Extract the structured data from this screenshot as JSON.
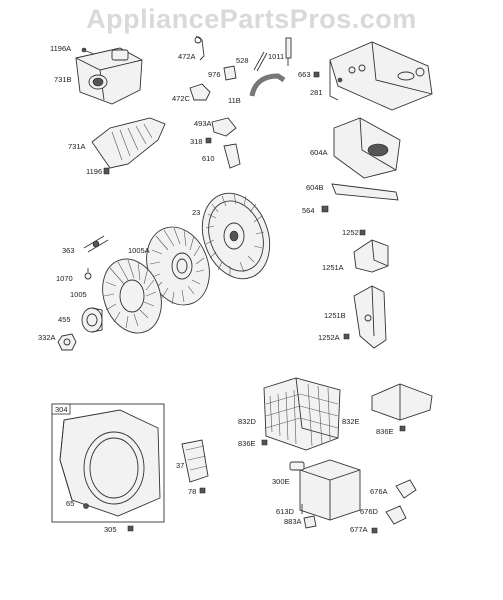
{
  "watermark": "AppliancePartsPros.com",
  "labels": {
    "l1196A": "1196A",
    "l731B": "731B",
    "l472A": "472A",
    "l976": "976",
    "l528": "528",
    "l1011": "1011",
    "l663": "663",
    "l281": "281",
    "l472C": "472C",
    "l11B": "11B",
    "l493A": "493A",
    "l318": "318",
    "l610": "610",
    "l731A": "731A",
    "l1196": "1196",
    "l604A": "604A",
    "l604B": "604B",
    "l564": "564",
    "l23": "23",
    "l1252": "1252",
    "l363": "363",
    "l1005A": "1005A",
    "l1251A": "1251A",
    "l1070": "1070",
    "l1005": "1005",
    "l455": "455",
    "l332A": "332A",
    "l1251B": "1251B",
    "l1252A": "1252A",
    "l304": "304",
    "l832D": "832D",
    "l832E": "832E",
    "l836E_l": "836E",
    "l836E_r": "836E",
    "l37": "37",
    "l78": "78",
    "l65": "65",
    "l300E": "300E",
    "l676A": "676A",
    "l613D": "613D",
    "l883A": "883A",
    "l676D": "676D",
    "l305": "305",
    "l677A": "677A"
  }
}
